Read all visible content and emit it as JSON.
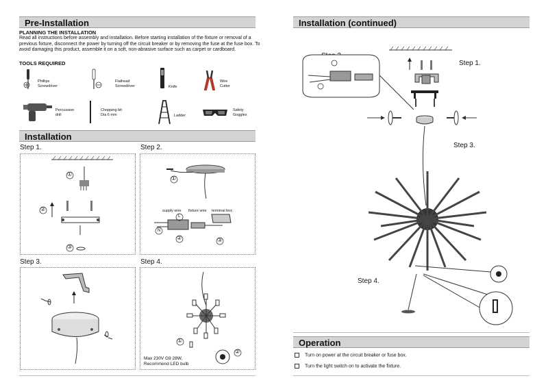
{
  "left": {
    "pre_install": {
      "title": "Pre-Installation",
      "subtitle": "PLANNING THE INSTALLATION",
      "body": "Read all instructions before assembly and installation.  Before starting installation of the fixture or removal of a previous fixture, disconnect the power by turning off the circuit breaker or by removing the fuse at the fuse box.  To avoid damaging this product, assemble it on a soft, non-abrasive surface such as carpet or cardboard.",
      "tools_heading": "TOOLS REQUIRED",
      "tools": [
        {
          "name": "Phillips Screwdriver",
          "icon": "phillips-screwdriver-icon"
        },
        {
          "name": "Flathead Screwdriver",
          "icon": "flathead-screwdriver-icon"
        },
        {
          "name": "Knife",
          "icon": "knife-icon"
        },
        {
          "name": "Wire Cutter",
          "icon": "wire-cutter-icon"
        },
        {
          "name": "Percussion drill",
          "icon": "percussion-drill-icon"
        },
        {
          "name": "Chopping bit Dia 6 mm",
          "icon": "drill-bit-icon"
        },
        {
          "name": "Ladder",
          "icon": "ladder-icon"
        },
        {
          "name": "Safety Goggles",
          "icon": "safety-goggles-icon"
        }
      ]
    },
    "installation": {
      "title": "Installation",
      "steps": [
        "Step 1.",
        "Step 2.",
        "Step 3.",
        "Step 4."
      ],
      "labels": {
        "supply_wire": "supply wire",
        "fixture_wire": "fixture wire",
        "terminal_box": "terminal box",
        "bulb_note_1": "Max 230V G9 28W,",
        "bulb_note_2": "Recommend LED bulb"
      },
      "markers": [
        "①",
        "②",
        "③",
        "L",
        "N"
      ]
    }
  },
  "right": {
    "continued": {
      "title": "Installation (continued)",
      "steps": [
        "Step 2.",
        "Step 1.",
        "Step 3.",
        "Step 4."
      ]
    },
    "operation": {
      "title": "Operation",
      "items": [
        "Turn on power at the circuit breaker or fuse box.",
        "Turn the light switch on to activate the fixture."
      ]
    }
  }
}
